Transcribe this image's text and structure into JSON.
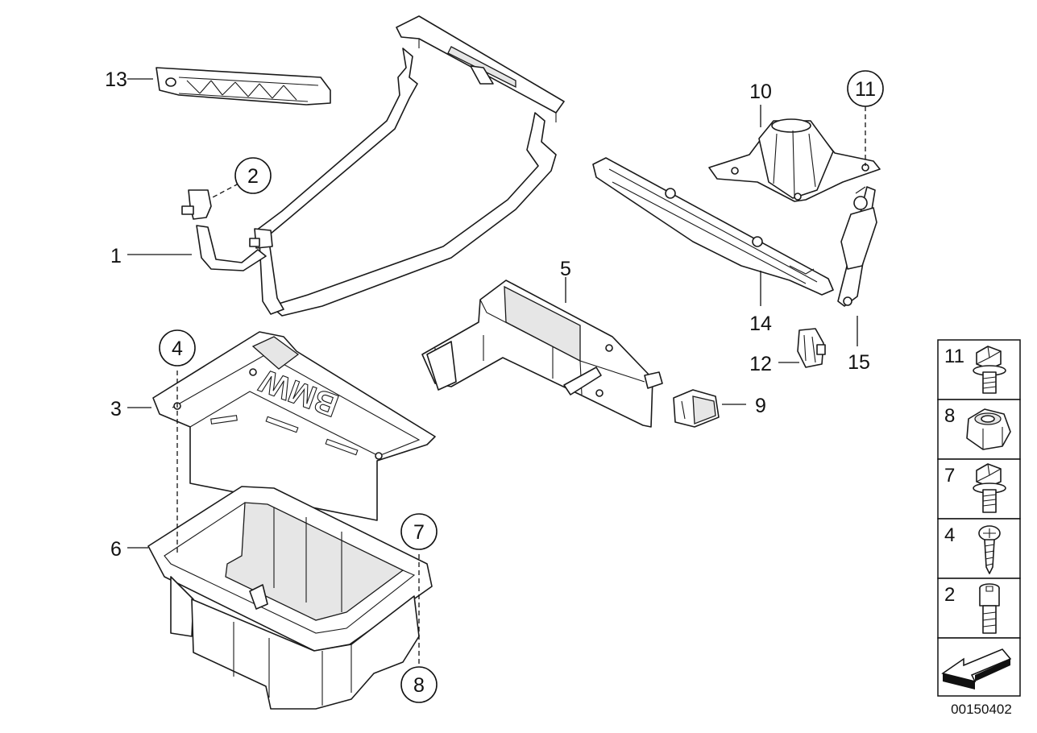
{
  "callouts": {
    "c1": "1",
    "c2": "2",
    "c3": "3",
    "c4": "4",
    "c5": "5",
    "c6": "6",
    "c7": "7",
    "c8": "8",
    "c9": "9",
    "c10": "10",
    "c11": "11",
    "c12": "12",
    "c13": "13",
    "c14": "14",
    "c15": "15"
  },
  "logo_text": "BMW",
  "legend": {
    "items": [
      {
        "label": "11",
        "icon": "hex-flange-bolt-icon"
      },
      {
        "label": "8",
        "icon": "hex-nut-icon"
      },
      {
        "label": "7",
        "icon": "hex-flange-bolt-icon"
      },
      {
        "label": "4",
        "icon": "phillips-screw-icon"
      },
      {
        "label": "2",
        "icon": "socket-head-bolt-icon"
      }
    ],
    "arrow_icon": "direction-arrow-icon"
  },
  "doc_number": "00150402"
}
